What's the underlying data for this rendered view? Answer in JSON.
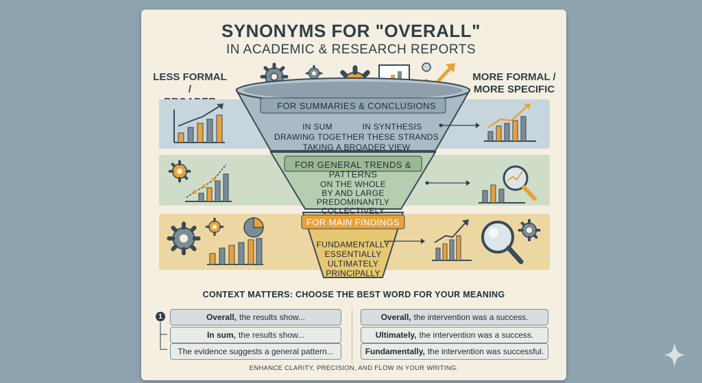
{
  "title": "SYNONYMS FOR \"OVERALL\"",
  "subtitle": "IN ACADEMIC & RESEARCH REPORTS",
  "left_label": [
    "LESS FORMAL /",
    "BROADER"
  ],
  "right_label": [
    "MORE FORMAL /",
    "MORE SPECIFIC"
  ],
  "sections": [
    {
      "title": "FOR SUMMARIES & CONCLUSIONS",
      "items": [
        "IN SUM",
        "IN SYNTHESIS",
        "DRAWING TOGETHER THESE STRANDS",
        "TAKING A BROADER VIEW"
      ]
    },
    {
      "title": "FOR GENERAL TRENDS & PATTERNS",
      "items": [
        "ON THE WHOLE",
        "BY AND LARGE",
        "PREDOMINANTLY",
        "COLLECTIVELY"
      ]
    },
    {
      "title": "FOR MAIN FINDINGS",
      "items": [
        "FUNDAMENTALLY",
        "ESSENTIALLY",
        "ULTIMATELY",
        "PRINCIPALLY"
      ]
    }
  ],
  "context_heading": "CONTEXT MATTERS: CHOOSE THE BEST WORD FOR YOUR MEANING",
  "step_number": "1",
  "examples_left": [
    {
      "bold": "Overall,",
      "rest": "the results show..."
    },
    {
      "bold": "In sum,",
      "rest": "the results show..."
    },
    {
      "bold": "",
      "rest": "The evidence suggests a general pattern..."
    }
  ],
  "examples_right": [
    {
      "bold": "Overall,",
      "rest": "the intervention was a success."
    },
    {
      "bold": "Ultimately,",
      "rest": "the intervention was a success."
    },
    {
      "bold": "Fundamentally,",
      "rest": "the intervention was successful."
    }
  ],
  "footer": "ENHANCE CLARITY, PRECISION, AND FLOW IN YOUR WRITING.",
  "colors": {
    "background": "#8ea3ae",
    "card": "#f4efe1",
    "band_blue": "#c7d6dd",
    "band_green": "#cfdcc8",
    "band_yellow": "#ecd7a3",
    "ink": "#2f3e4a",
    "accent_orange": "#e9a23b"
  },
  "icons": [
    "gear-icon",
    "bar-chart-icon",
    "trend-arrow-icon",
    "magnifier-icon",
    "pie-chart-icon",
    "sparkle-icon"
  ]
}
